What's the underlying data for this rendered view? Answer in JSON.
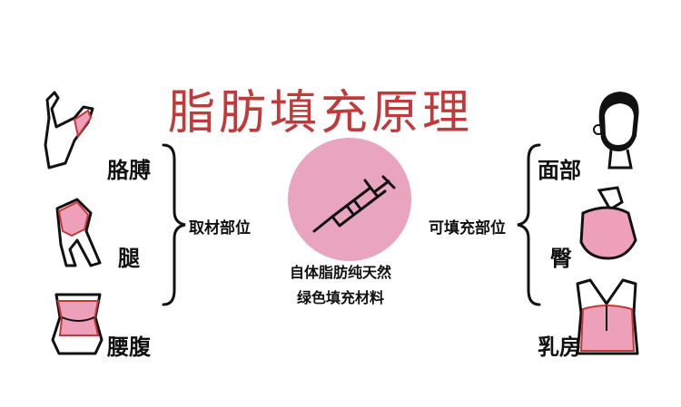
{
  "title": "脂肪填充原理",
  "left": {
    "group_label": "取材部位",
    "items": [
      "胳膊",
      "腿",
      "腰腹"
    ]
  },
  "center": {
    "icon": "syringe-icon",
    "line1": "自体脂肪纯天然",
    "line2": "绿色填充材料",
    "circle_color": "#e9a5bd"
  },
  "right": {
    "group_label": "可填充部位",
    "items": [
      "面部",
      "臀",
      "乳房"
    ]
  },
  "colors": {
    "accent_red": "#c0393b",
    "pink_fill": "#eea0bb"
  }
}
